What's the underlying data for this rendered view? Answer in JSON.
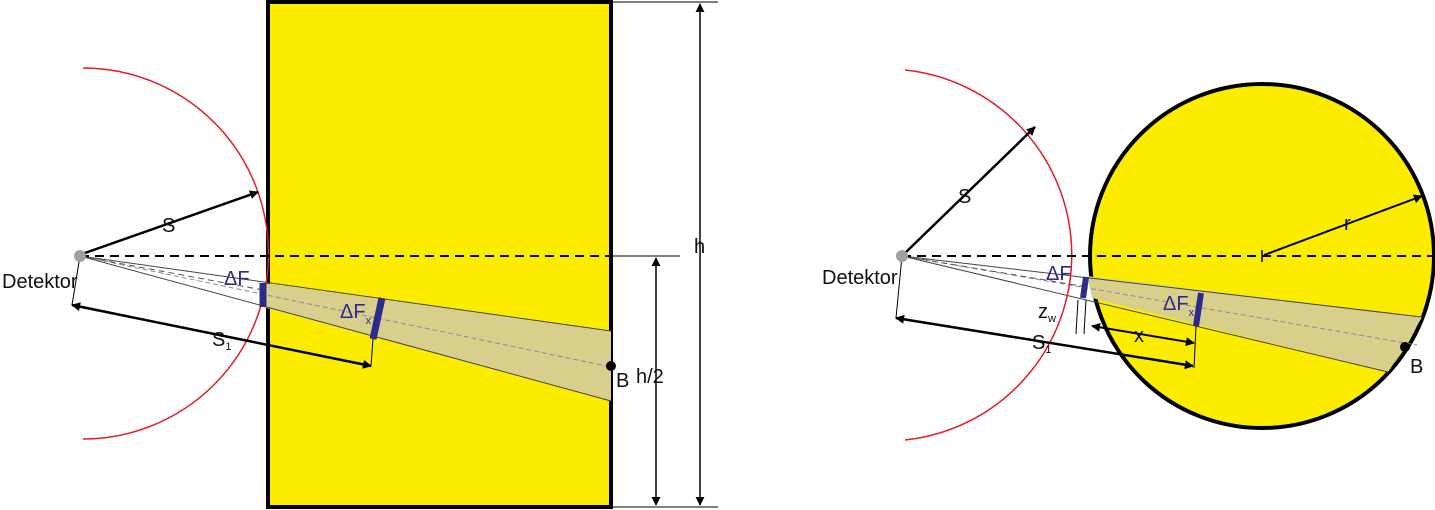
{
  "left": {
    "detector": "Detektor",
    "s": "S",
    "s1": "S",
    "s1_sub": "1",
    "df": "ΔF",
    "dfx": "ΔF",
    "dfx_sub": "x",
    "b": "B",
    "h": "h",
    "h_half": "h/2"
  },
  "right": {
    "detector": "Detektor",
    "s": "S",
    "s1": "S",
    "s1_sub": "1",
    "df": "ΔF",
    "dfx": "ΔF",
    "dfx_sub": "x",
    "z": "z",
    "z_sub": "w",
    "x": "x",
    "r": "r",
    "b": "B"
  },
  "colors": {
    "body_fill": "#fcec00",
    "beam_fill": "#d8cf8c",
    "arc": "#e01e25",
    "detector_area": "#2e2a8c",
    "outline": "#000000",
    "detector_point": "#a0a0a0"
  }
}
